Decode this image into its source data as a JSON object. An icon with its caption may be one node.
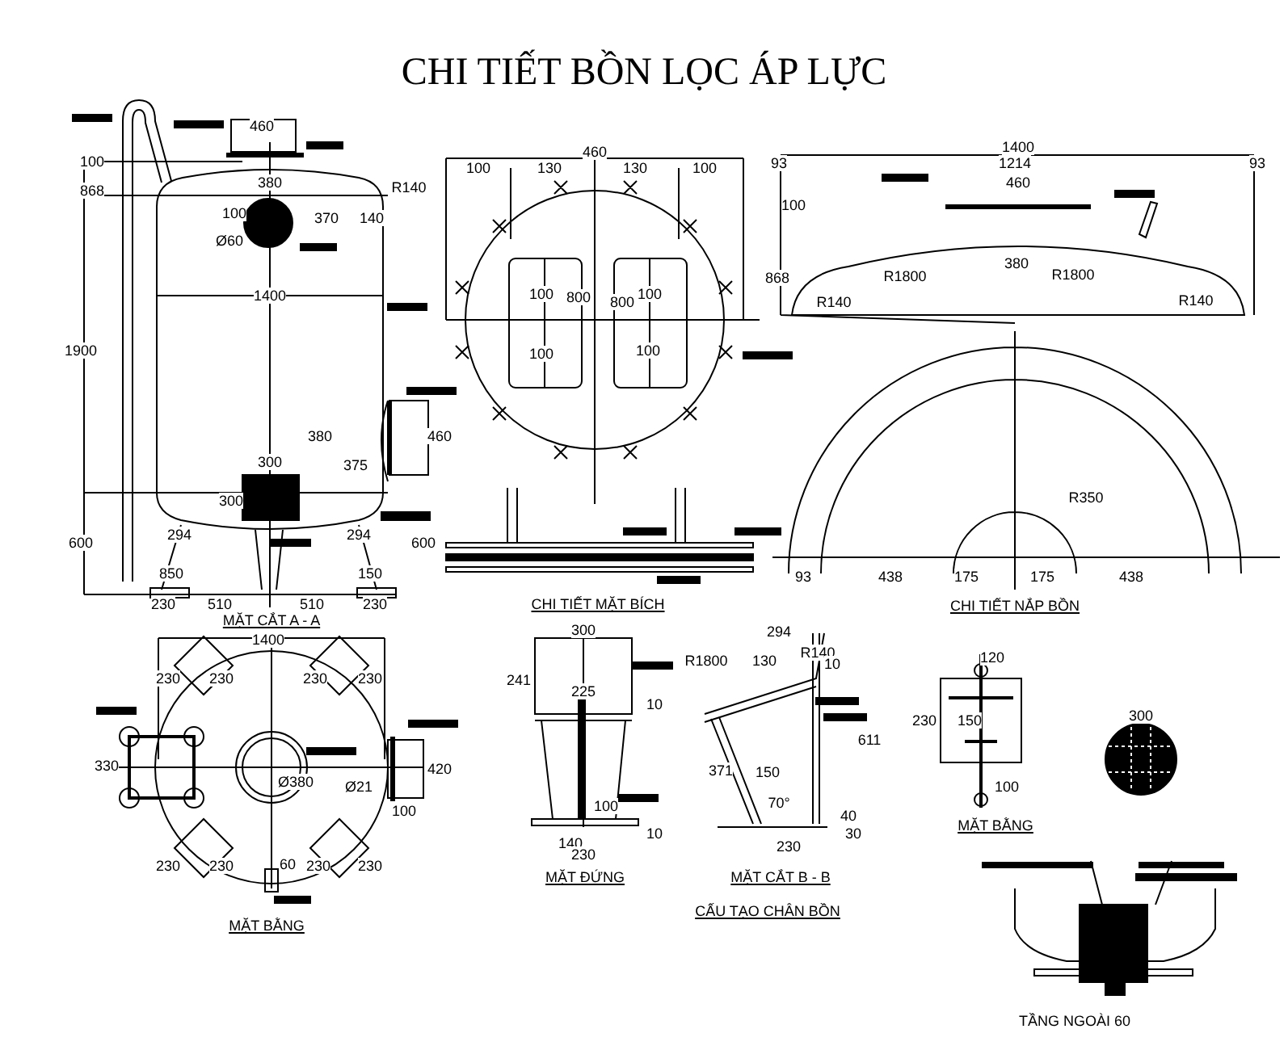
{
  "diagram": {
    "title": "CHI TIẾT BỒN LỌC ÁP LỰC",
    "labels": [
      "460",
      "100",
      "868",
      "380",
      "R140",
      "100",
      "370",
      "140",
      "Ø60",
      "1400",
      "1900",
      "380",
      "460",
      "300",
      "375",
      "300",
      "294",
      "294",
      "600",
      "600",
      "850",
      "150",
      "230",
      "510",
      "510",
      "230",
      "MẶT CẮT A - A",
      "460",
      "100",
      "130",
      "130",
      "100",
      "100",
      "800",
      "800",
      "100",
      "100",
      "100",
      "CHI TIẾT MẶT BÍCH",
      "1400",
      "93",
      "1214",
      "93",
      "460",
      "100",
      "868",
      "380",
      "R1800",
      "R1800",
      "R140",
      "R140",
      "R350",
      "93",
      "438",
      "175",
      "175",
      "438",
      "CHI TIẾT NẮP BỒN",
      "1400",
      "230",
      "230",
      "230",
      "230",
      "330",
      "Ø380",
      "Ø21",
      "420",
      "100",
      "230",
      "230",
      "60",
      "230",
      "230",
      "MẶT BẰNG",
      "300",
      "241",
      "225",
      "10",
      "100",
      "10",
      "140",
      "230",
      "MẶT ĐỨNG",
      "294",
      "R1800",
      "R140",
      "130",
      "10",
      "611",
      "371",
      "150",
      "70°",
      "40",
      "30",
      "230",
      "MẶT CẮT B - B",
      "CẤU TẠO CHÂN BỒN",
      "120",
      "230",
      "150",
      "100",
      "MẶT BẰNG",
      "300",
      "TẦNG NGOÀI 60"
    ]
  }
}
